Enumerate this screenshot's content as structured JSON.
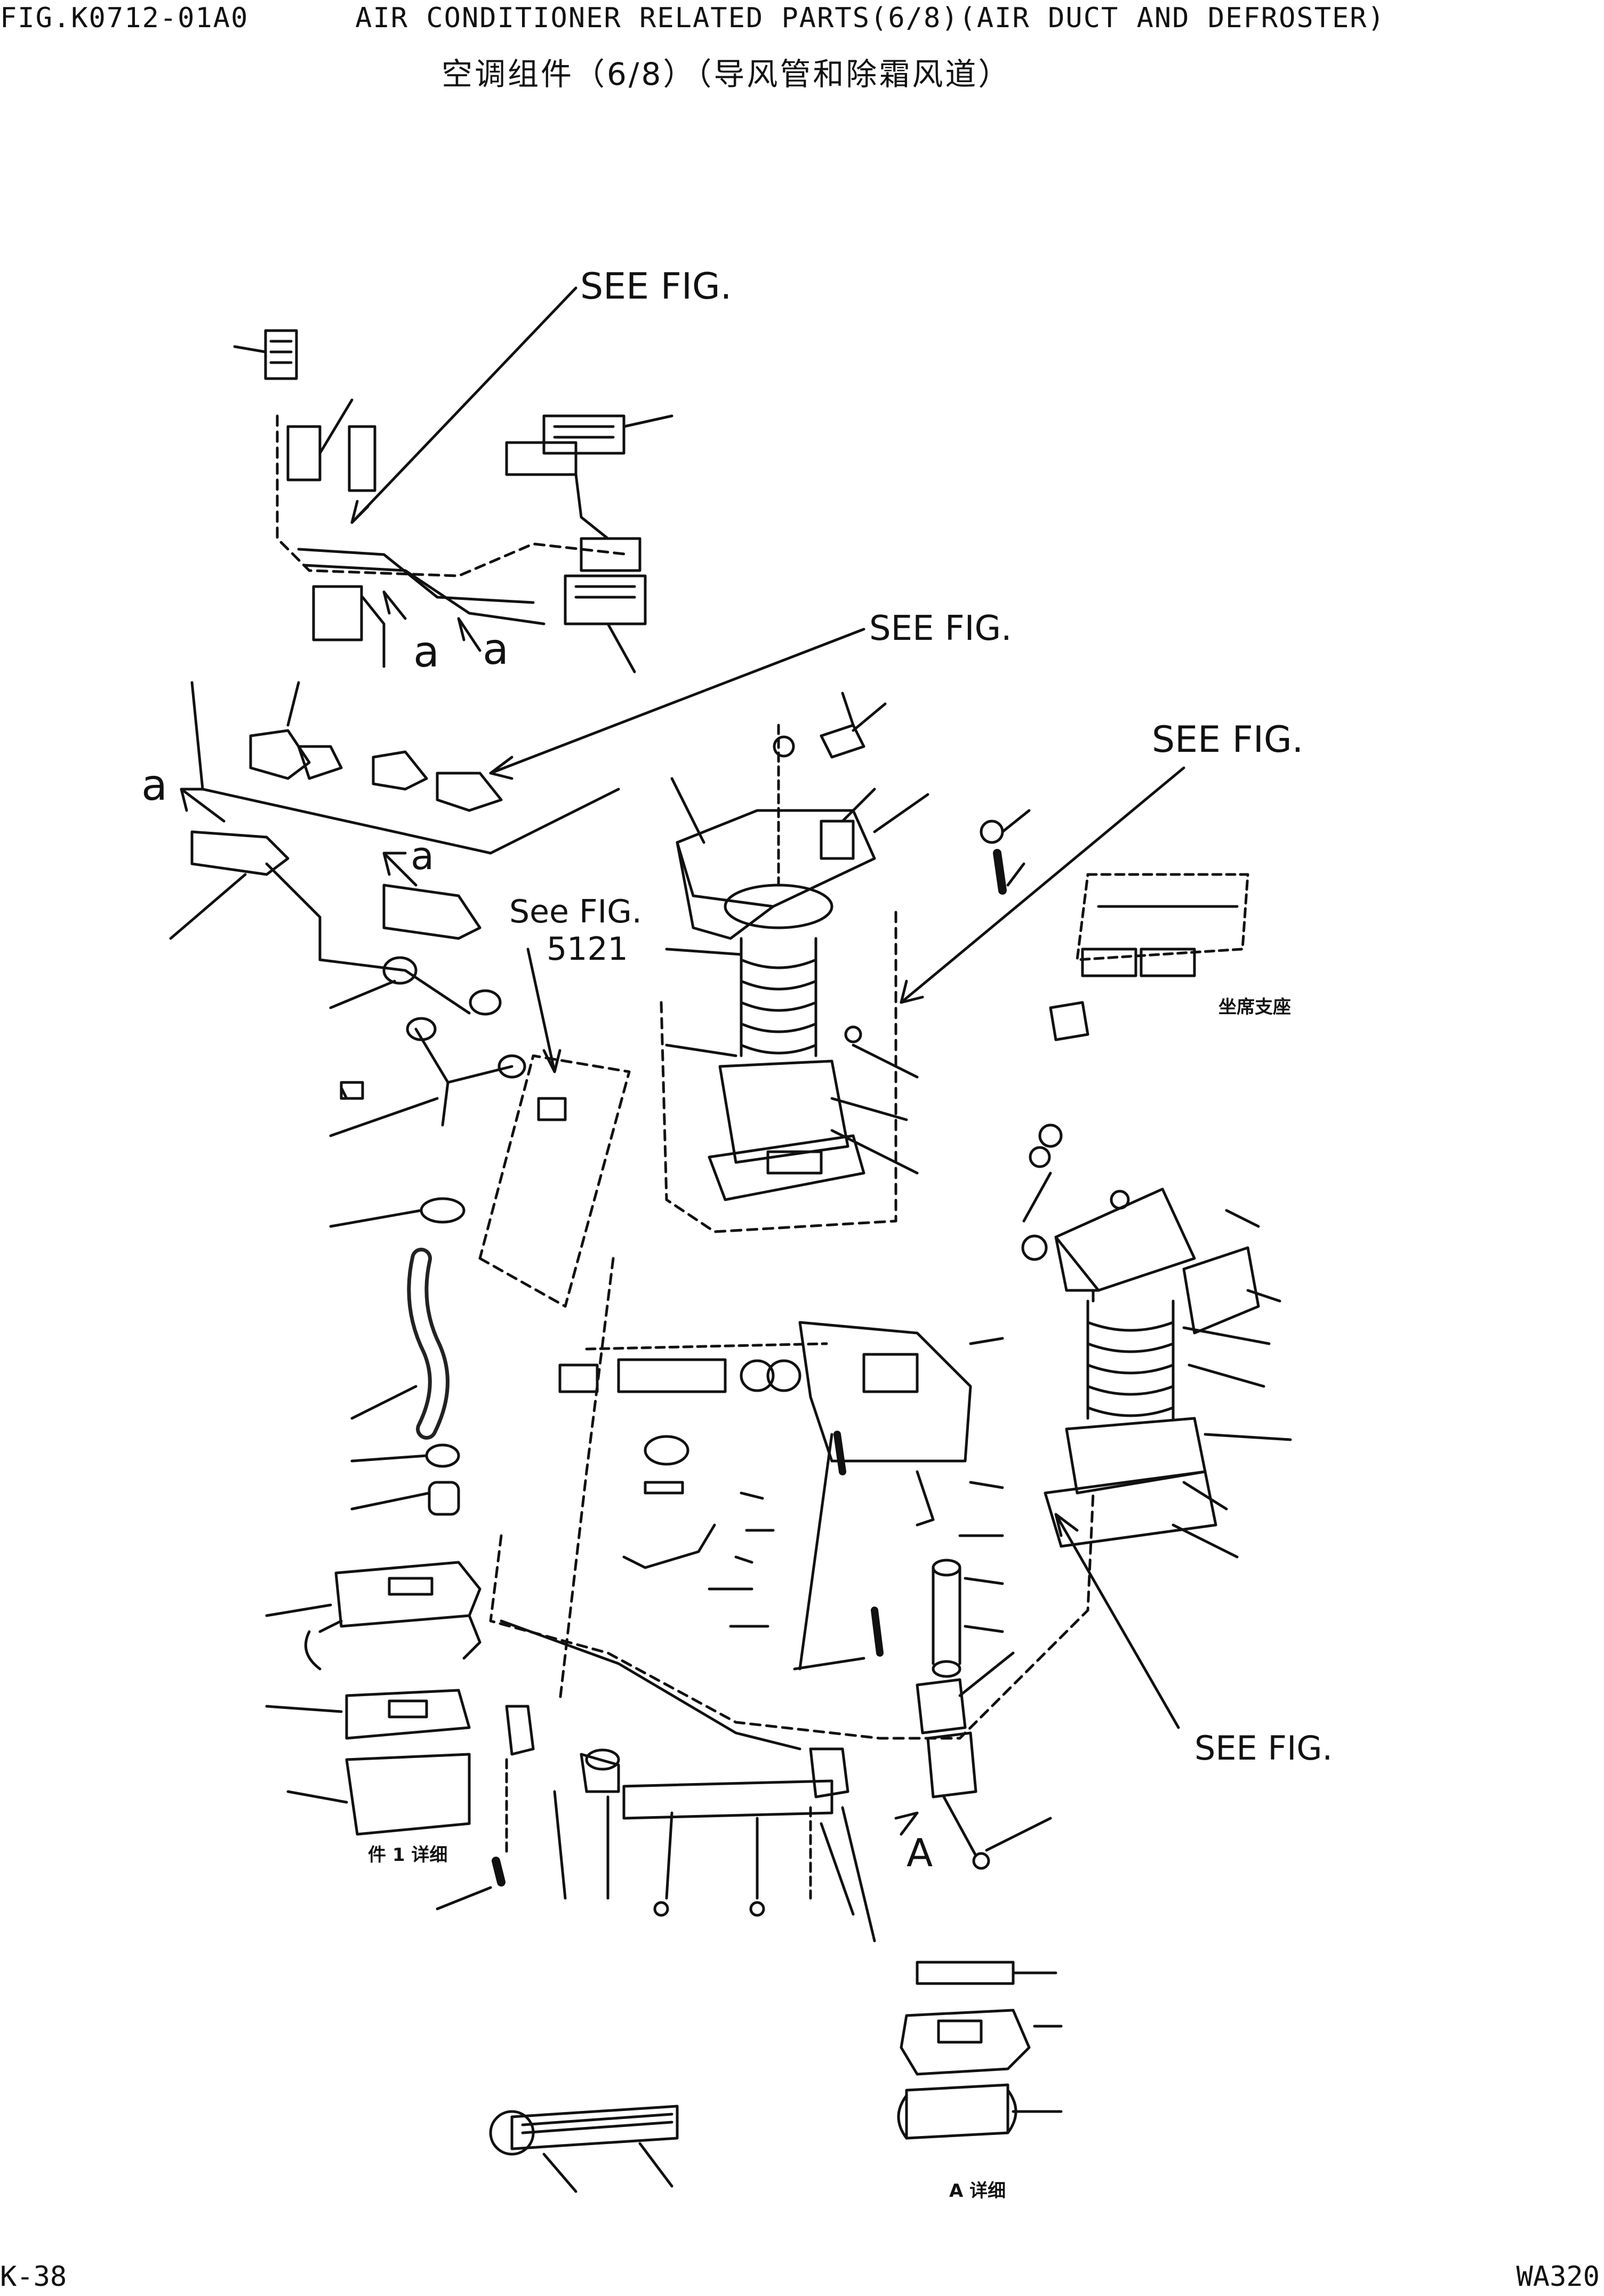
{
  "header": {
    "figure_title": "FIG.K0712-01A0      AIR CONDITIONER RELATED PARTS(6/8)(AIR DUCT AND DEFROSTER)",
    "figure_title_cn": "空调组件（6/8）（导风管和除霜风道）"
  },
  "annotations": {
    "see_fig_1": "SEE FIG.",
    "see_fig_2": "SEE FIG.",
    "see_fig_3": "SEE FIG.",
    "see_fig_4": "SEE FIG.",
    "see_fig_5121": "See FIG.",
    "see_fig_5121_num": "5121",
    "ref_a_1": "a",
    "ref_a_2": "a",
    "ref_a_3": "a",
    "ref_a_4": "a",
    "view_A": "A",
    "detail_cn_1": "坐席支座",
    "detail_cn_2": "件 1 详细",
    "detail_cn_3": "A 详细"
  },
  "footer": {
    "page": "K-38",
    "model": "WA320"
  }
}
